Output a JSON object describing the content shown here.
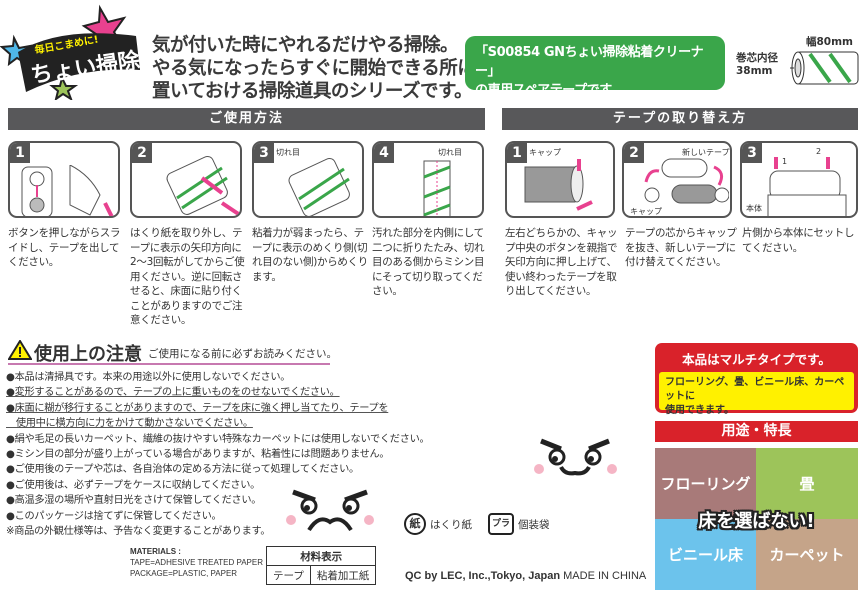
{
  "logo": {
    "small": "毎日こまめに!",
    "big": "ちょい掃除"
  },
  "headline": [
    "気が付いた時にやれるだけやる掃除。",
    "やる気になったらすぐに開始できる所に",
    "置いておける掃除道具のシリーズです。"
  ],
  "green_box": [
    "「S00854 GNちょい掃除粘着クリーナー」",
    "の専用スペアテープです。"
  ],
  "tape_spec": {
    "core_label": "巻芯内径",
    "core_value": "38mm",
    "width": "幅80mm"
  },
  "usage": {
    "title": "ご使用方法",
    "steps": [
      {
        "num": "1",
        "text": "ボタンを押しながらスライドし、テープを出してください。"
      },
      {
        "num": "2",
        "text": "はくり紙を取り外し、テープに表示の矢印方向に2〜3回転がしてからご使用ください。逆に回転させると、床面に貼り付くことがありますのでご注意ください。"
      },
      {
        "num": "3",
        "label": "切れ目",
        "text": "粘着力が弱まったら、テープに表示のめくり側(切れ目のない側)からめくります。"
      },
      {
        "num": "4",
        "label": "切れ目",
        "text": "汚れた部分を内側にして二つに折りたたみ、切れ目のある側からミシン目にそって切り取ってください。"
      }
    ]
  },
  "replace": {
    "title": "テープの取り替え方",
    "steps": [
      {
        "num": "1",
        "label": "キャップ",
        "text": "左右どちらかの、キャップ中央のボタンを親指で矢印方向に押し上げて、使い終わったテープを取り出してください。"
      },
      {
        "num": "2",
        "label": "新しいテープ",
        "label2": "キャップ",
        "text": "テープの芯からキャップを抜き、新しいテープに付け替えてください。"
      },
      {
        "num": "3",
        "label": "本体",
        "mark1": "1",
        "mark2": "2",
        "text": "片側から本体にセットしてください。"
      }
    ]
  },
  "caution": {
    "title": "使用上の注意",
    "subtitle": "ご使用になる前に必ずお読みください。",
    "items": [
      "●本品は清掃具です。本来の用途以外に使用しないでください。",
      "●変形することがあるので、テープの上に重いものをのせないでください。",
      "●床面に糊が移行することがありますので、テープを床に強く押し当てたり、テープを",
      "　使用中に横方向に力をかけて動かさないでください。",
      "●絹や毛足の長いカーペット、繊維の抜けやすい特殊なカーペットには使用しないでください。",
      "●ミシン目の部分が盛り上がっている場合がありますが、粘着性には問題ありません。",
      "●ご使用後のテープや芯は、各自治体の定める方法に従って処理してください。",
      "●ご使用後は、必ずテープをケースに収納してください。",
      "●高温多湿の場所や直射日光をさけて保管してください。",
      "●このパッケージは捨てずに保管してください。",
      "※商品の外観仕様等は、予告なく変更することがあります。"
    ]
  },
  "materials": {
    "heading": "MATERIALS :",
    "tape": "TAPE=ADHESIVE TREATED PAPER",
    "package": "PACKAGE=PLASTIC, PAPER",
    "table_title": "材料表示",
    "col1": "テープ",
    "col2": "粘着加工紙"
  },
  "recycle": {
    "paper_mark": "紙",
    "paper_label": "はくり紙",
    "plastic_mark": "プラ",
    "plastic_label": "個装袋"
  },
  "footer": {
    "qc": "QC by LEC, Inc.,Tokyo, Japan",
    "made": "MADE IN CHINA"
  },
  "multi": {
    "title": "本品はマルチタイプです。",
    "desc": [
      "フローリング、畳、ビニール床、カーペットに",
      "使用できます。"
    ]
  },
  "features": {
    "title": "用途・特長",
    "cells": [
      "フローリング",
      "畳",
      "ビニール床",
      "カーペット"
    ],
    "slogan": "床を選ばない!",
    "colors": [
      "#a87a79",
      "#9dc45a",
      "#6cc3ec",
      "#c5a489"
    ]
  },
  "colors": {
    "green": "#3aa64a",
    "red": "#d9222a",
    "yellow": "#fff100",
    "bar": "#58585a",
    "pink": "#e8418f"
  }
}
